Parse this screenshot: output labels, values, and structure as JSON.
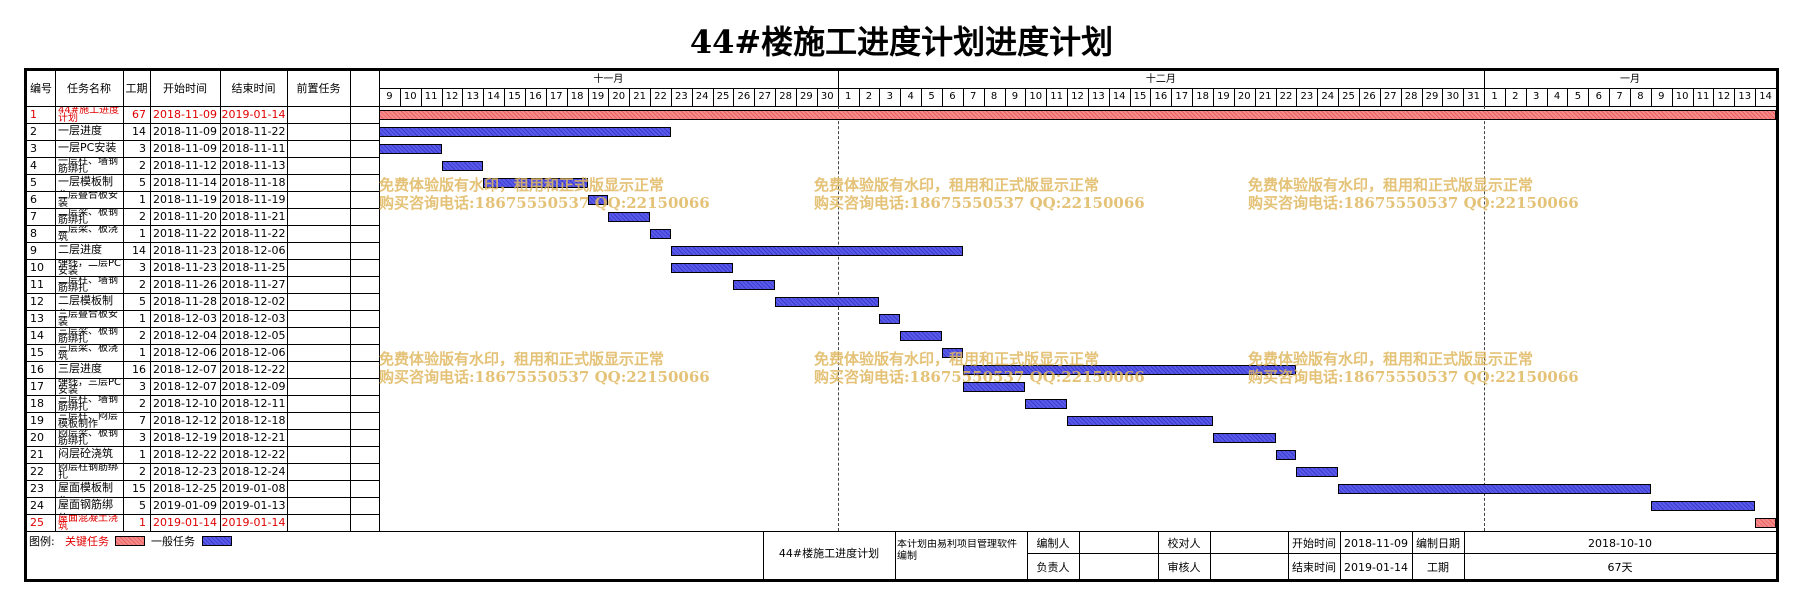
{
  "title": "44#楼施工进度计划进度计划",
  "colors": {
    "critical": "#f07070",
    "normal": "#4848e0",
    "critical_text": "#e00000",
    "watermark": "#e0b860"
  },
  "columns": {
    "id": "编号",
    "name": "任务名称",
    "duration": "工期",
    "start": "开始时间",
    "end": "结束时间",
    "pred": "前置任务"
  },
  "months": [
    "十一月",
    "十二月",
    "一月"
  ],
  "day_labels": [
    "9",
    "10",
    "11",
    "12",
    "13",
    "14",
    "15",
    "16",
    "17",
    "18",
    "19",
    "20",
    "21",
    "22",
    "23",
    "24",
    "25",
    "26",
    "27",
    "28",
    "29",
    "30",
    "1",
    "2",
    "3",
    "4",
    "5",
    "6",
    "7",
    "8",
    "9",
    "10",
    "11",
    "12",
    "13",
    "14",
    "15",
    "16",
    "17",
    "18",
    "19",
    "20",
    "21",
    "22",
    "23",
    "24",
    "25",
    "26",
    "27",
    "28",
    "29",
    "30",
    "31",
    "1",
    "2",
    "3",
    "4",
    "5",
    "6",
    "7",
    "8",
    "9",
    "10",
    "11",
    "12",
    "13",
    "14"
  ],
  "chart_data": {
    "type": "gantt",
    "title": "44#楼施工进度计划进度计划",
    "timeline": {
      "start": "2018-11-09",
      "end": "2019-01-14"
    },
    "tasks": [
      {
        "id": "1",
        "name": "44#施工进度计划",
        "duration": "67",
        "start": "2018-11-09",
        "end": "2019-01-14",
        "critical": true
      },
      {
        "id": "2",
        "name": "一层进度",
        "duration": "14",
        "start": "2018-11-09",
        "end": "2018-11-22",
        "critical": false
      },
      {
        "id": "3",
        "name": "一层PC安装",
        "duration": "3",
        "start": "2018-11-09",
        "end": "2018-11-11",
        "critical": false
      },
      {
        "id": "4",
        "name": "一层柱、墙钢筋绑扎",
        "duration": "2",
        "start": "2018-11-12",
        "end": "2018-11-13",
        "critical": false
      },
      {
        "id": "5",
        "name": "一层模板制作",
        "duration": "5",
        "start": "2018-11-14",
        "end": "2018-11-18",
        "critical": false
      },
      {
        "id": "6",
        "name": "二层叠合板安装",
        "duration": "1",
        "start": "2018-11-19",
        "end": "2018-11-19",
        "critical": false
      },
      {
        "id": "7",
        "name": "二层梁、板钢筋绑扎",
        "duration": "2",
        "start": "2018-11-20",
        "end": "2018-11-21",
        "critical": false
      },
      {
        "id": "8",
        "name": "二层梁、板浇筑",
        "duration": "1",
        "start": "2018-11-22",
        "end": "2018-11-22",
        "critical": false
      },
      {
        "id": "9",
        "name": "二层进度",
        "duration": "14",
        "start": "2018-11-23",
        "end": "2018-12-06",
        "critical": false
      },
      {
        "id": "10",
        "name": "弹线，二层PC安装",
        "duration": "3",
        "start": "2018-11-23",
        "end": "2018-11-25",
        "critical": false
      },
      {
        "id": "11",
        "name": "二层柱、墙钢筋绑扎",
        "duration": "2",
        "start": "2018-11-26",
        "end": "2018-11-27",
        "critical": false
      },
      {
        "id": "12",
        "name": "二层模板制作",
        "duration": "5",
        "start": "2018-11-28",
        "end": "2018-12-02",
        "critical": false
      },
      {
        "id": "13",
        "name": "三层叠合板安装",
        "duration": "1",
        "start": "2018-12-03",
        "end": "2018-12-03",
        "critical": false
      },
      {
        "id": "14",
        "name": "三层梁、板钢筋绑扎",
        "duration": "2",
        "start": "2018-12-04",
        "end": "2018-12-05",
        "critical": false
      },
      {
        "id": "15",
        "name": "三层梁、板浇筑",
        "duration": "1",
        "start": "2018-12-06",
        "end": "2018-12-06",
        "critical": false
      },
      {
        "id": "16",
        "name": "三层进度",
        "duration": "16",
        "start": "2018-12-07",
        "end": "2018-12-22",
        "critical": false
      },
      {
        "id": "17",
        "name": "弹线，三层PC安装",
        "duration": "3",
        "start": "2018-12-07",
        "end": "2018-12-09",
        "critical": false
      },
      {
        "id": "18",
        "name": "三层柱、墙钢筋绑扎",
        "duration": "2",
        "start": "2018-12-10",
        "end": "2018-12-11",
        "critical": false
      },
      {
        "id": "19",
        "name": "三层柱、闷层模板制作",
        "duration": "7",
        "start": "2018-12-12",
        "end": "2018-12-18",
        "critical": false
      },
      {
        "id": "20",
        "name": "闷层梁、板钢筋绑扎",
        "duration": "3",
        "start": "2018-12-19",
        "end": "2018-12-21",
        "critical": false
      },
      {
        "id": "21",
        "name": "闷层砼浇筑",
        "duration": "1",
        "start": "2018-12-22",
        "end": "2018-12-22",
        "critical": false
      },
      {
        "id": "22",
        "name": "闷层柱钢筋绑扎",
        "duration": "2",
        "start": "2018-12-23",
        "end": "2018-12-24",
        "critical": false
      },
      {
        "id": "23",
        "name": "屋面模板制作",
        "duration": "15",
        "start": "2018-12-25",
        "end": "2019-01-08",
        "critical": false
      },
      {
        "id": "24",
        "name": "屋面钢筋绑扎",
        "duration": "5",
        "start": "2019-01-09",
        "end": "2019-01-13",
        "critical": false
      },
      {
        "id": "25",
        "name": "屋面混凝土浇筑",
        "duration": "1",
        "start": "2019-01-14",
        "end": "2019-01-14",
        "critical": true
      }
    ]
  },
  "watermark": {
    "line1": "免费体验版有水印，租用和正式版显示正常",
    "line2": "购买咨询电话:18675550537 QQ:22150066"
  },
  "legend": {
    "label": "图例:",
    "critical": "关键任务",
    "normal": "一般任务"
  },
  "footer": {
    "project": "44#楼施工进度计划",
    "software_note": "本计划由易利项目管理软件编制",
    "prepared_by": "编制人",
    "checked_by": "校对人",
    "responsible": "负责人",
    "reviewed_by": "审核人",
    "start_label": "开始时间",
    "start_value": "2018-11-09",
    "end_label": "结束时间",
    "end_value": "2019-01-14",
    "compile_label": "编制日期",
    "compile_value": "2018-10-10",
    "duration_label": "工期",
    "duration_value": "67天"
  }
}
